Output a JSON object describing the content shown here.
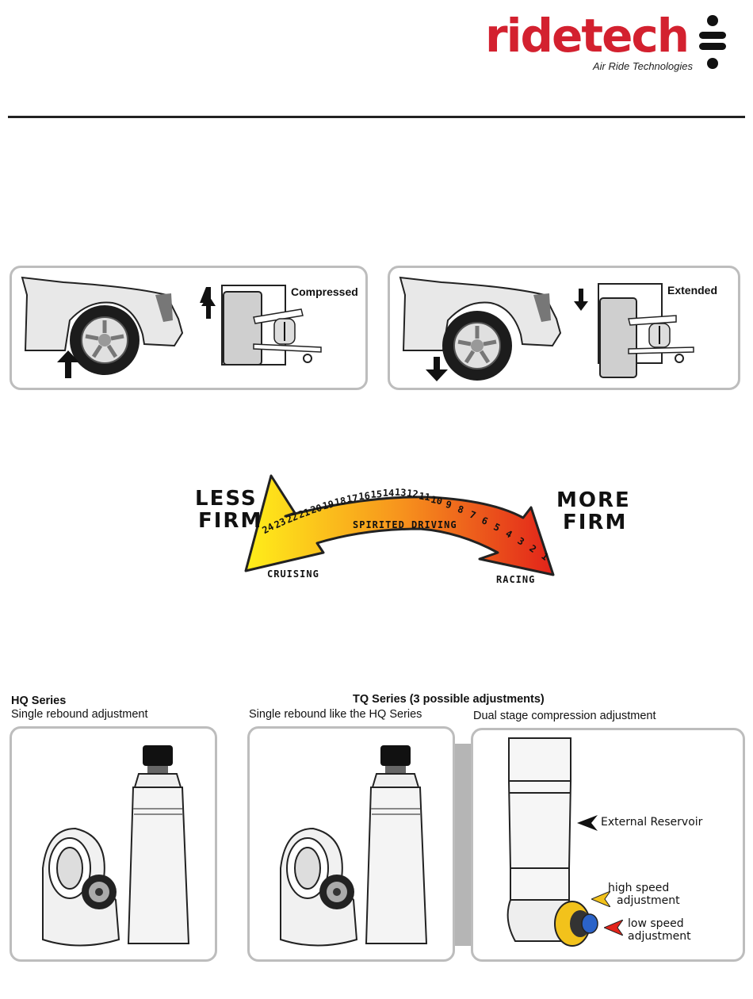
{
  "header": {
    "brand": "ridetech",
    "tagline": "Air Ride Technologies"
  },
  "illustrations": {
    "compressed_label": "Compressed",
    "extended_label": "Extended"
  },
  "firmness": {
    "less_line1": "LESS",
    "less_line2": "FIRM",
    "more_line1": "MORE",
    "more_line2": "FIRM",
    "middle_label": "SPIRITED DRIVING",
    "left_label": "CRUISING",
    "right_label": "RACING",
    "scale": [
      "24",
      "23",
      "22",
      "21",
      "20",
      "19",
      "18",
      "17",
      "16",
      "15",
      "14",
      "13",
      "12",
      "11",
      "10",
      "9",
      "8",
      "7",
      "6",
      "5",
      "4",
      "3",
      "2",
      "1"
    ],
    "colors": {
      "start": "#ffef1a",
      "mid": "#f7941d",
      "end": "#e2231a"
    }
  },
  "series": {
    "hq_title": "HQ Series",
    "hq_sub": "Single rebound adjustment",
    "tq_title": "TQ Series (3 possible adjustments)",
    "tq_sub1": "Single rebound like the HQ Series",
    "tq_sub2": "Dual stage compression adjustment",
    "external_reservoir": "External Reservoir",
    "high_speed_1": "high speed",
    "high_speed_2": "adjustment",
    "low_speed_1": "low speed",
    "low_speed_2": "adjustment"
  }
}
